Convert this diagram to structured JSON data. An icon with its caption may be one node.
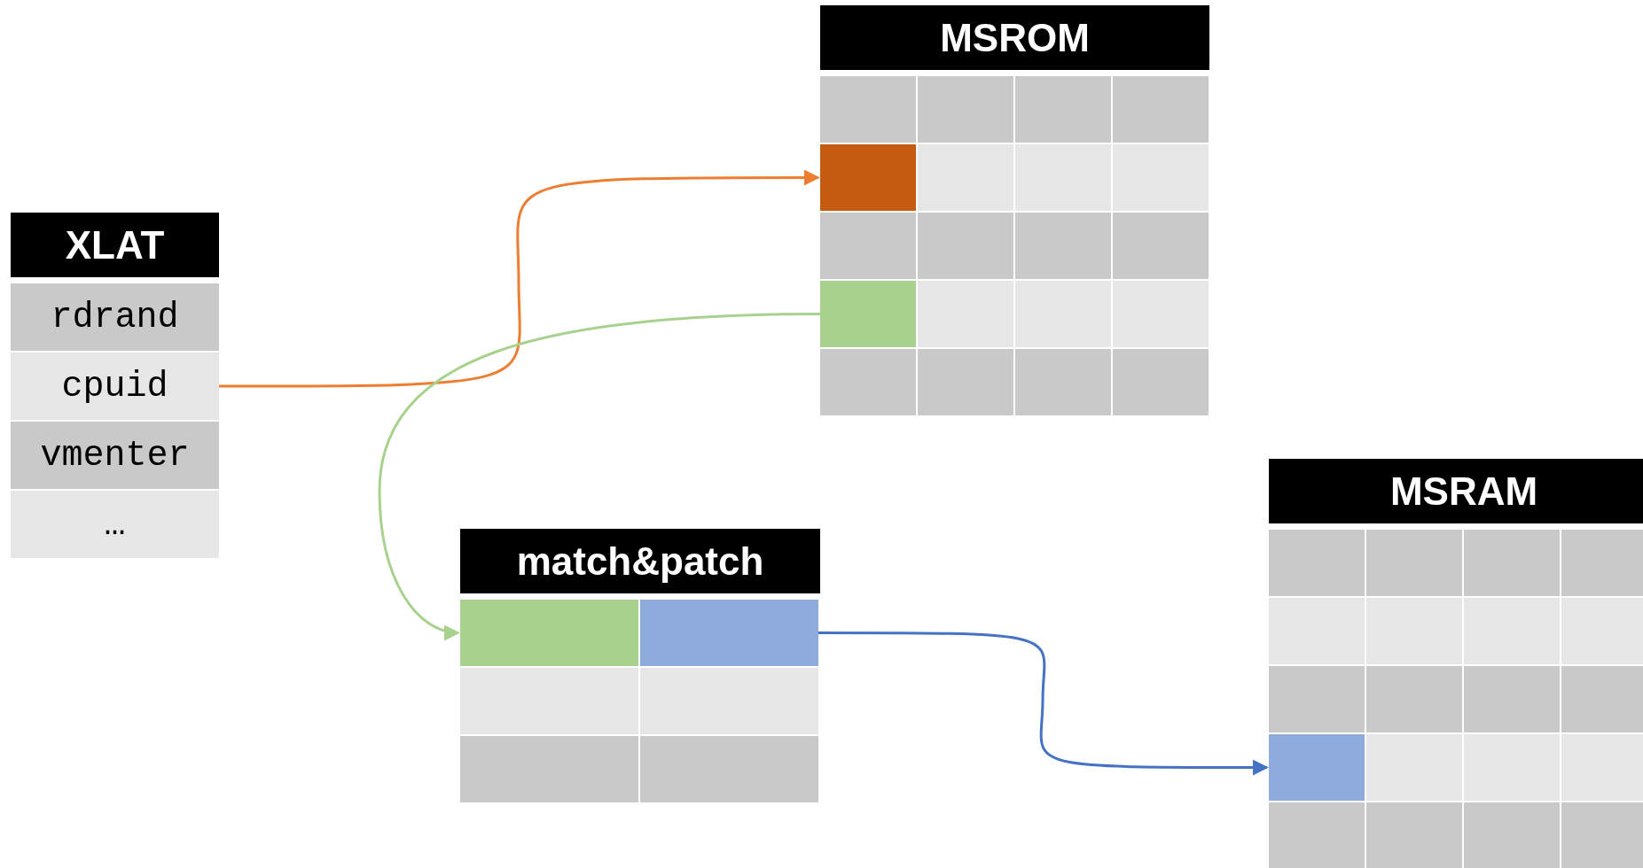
{
  "diagram": {
    "nodes": [
      {
        "text": [
          "XLAT"
        ]
      },
      {
        "text": [
          "rdrand"
        ]
      },
      {
        "text": [
          "cpuid"
        ]
      },
      {
        "text": [
          "vmenter"
        ]
      },
      {
        "text": [
          "…"
        ]
      },
      {
        "text": [
          "MSROM"
        ]
      },
      {
        "text": [],
        "shape": "box"
      },
      {
        "text": [],
        "shape": "box"
      },
      {
        "text": [
          "match&patch"
        ]
      },
      {
        "text": [],
        "shape": "box"
      },
      {
        "text": [],
        "shape": "box"
      },
      {
        "text": [
          "MSRAM"
        ]
      },
      {
        "text": [],
        "shape": "box"
      }
    ],
    "edges": [
      {
        "from": 2,
        "to": 6,
        "arrow": "to",
        "color": "#ed7d31"
      },
      {
        "from": 7,
        "to": 9,
        "arrow": "to",
        "color": "#a9d18e"
      },
      {
        "from": 10,
        "to": 12,
        "arrow": "to",
        "color": "#4472c4"
      }
    ]
  }
}
